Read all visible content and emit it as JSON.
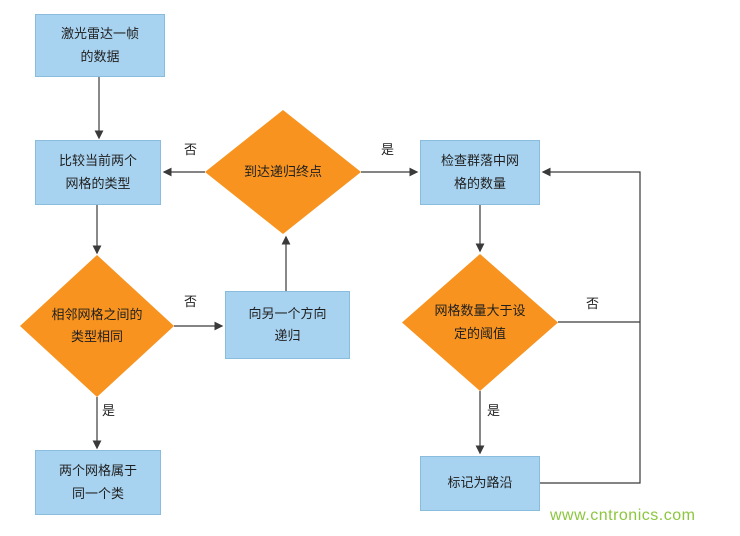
{
  "diagram": {
    "type": "flowchart",
    "nodes": {
      "lidar_frame": {
        "label": "激光雷达一帧\n的数据",
        "shape": "process"
      },
      "compare_grid_types": {
        "label": "比较当前两个\n网格的类型",
        "shape": "process"
      },
      "adjacent_same_type": {
        "label": "相邻网格之间的\n类型相同",
        "shape": "decision"
      },
      "same_class": {
        "label": "两个网格属于\n同一个类",
        "shape": "process"
      },
      "recursion_end": {
        "label": "到达递归终点",
        "shape": "decision"
      },
      "recurse_other_direction": {
        "label": "向另一个方向\n递归",
        "shape": "process"
      },
      "check_cluster_count": {
        "label": "检查群落中网\n格的数量",
        "shape": "process"
      },
      "count_above_threshold": {
        "label": "网格数量大于设\n定的阈值",
        "shape": "decision"
      },
      "mark_as_curb": {
        "label": "标记为路沿",
        "shape": "process"
      }
    },
    "edge_labels": {
      "recursion_end_no": "否",
      "recursion_end_yes": "是",
      "adjacent_same_type_no": "否",
      "adjacent_same_type_yes": "是",
      "count_above_threshold_no": "否",
      "count_above_threshold_yes": "是"
    },
    "colors": {
      "process_fill": "#a8d3f0",
      "process_border": "#89bcdd",
      "decision_fill": "#f7931e",
      "edge_line": "#3a3a3a",
      "text": "#1f1f1f"
    }
  },
  "watermark": {
    "text": "www.cntronics.com",
    "color": "#8cc63e"
  }
}
